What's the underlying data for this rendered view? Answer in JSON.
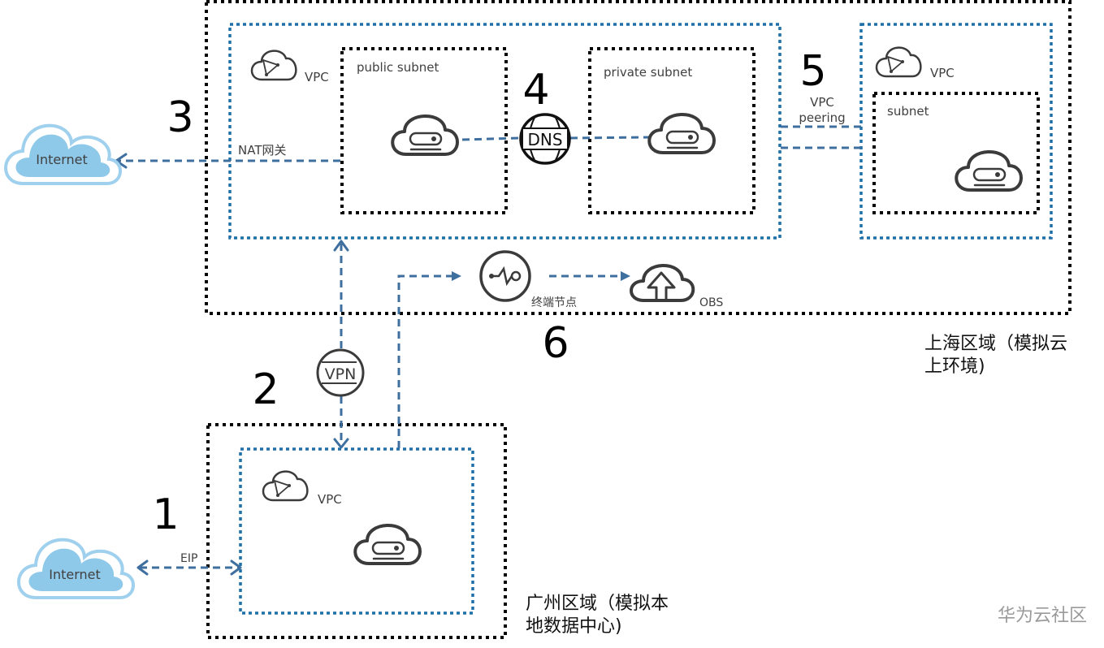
{
  "watermark": "华为云社区",
  "colors": {
    "flow_line": "#3f6f9f",
    "vpc_border": "#1f6fa8",
    "region_border": "#000000",
    "internet_cloud_fill": "#8fc9ea",
    "internet_cloud_outline": "#9fd0ee"
  },
  "regions": {
    "shanghai": {
      "label_line1": "上海区域（模拟云",
      "label_line2": "上环境)"
    },
    "guangzhou": {
      "label_line1": "广州区域（模拟本",
      "label_line2": "地数据中心)"
    }
  },
  "step_numbers": [
    "1",
    "2",
    "3",
    "4",
    "5",
    "6"
  ],
  "shanghai_vpc_main": {
    "vpc_label": "VPC",
    "public_subnet_label": "public  subnet",
    "private_subnet_label": "private  subnet",
    "dns_label": "DNS"
  },
  "shanghai_vpc_peer": {
    "vpc_label": "VPC",
    "subnet_label": "subnet",
    "peering_label_line1": "VPC",
    "peering_label_line2": "peering"
  },
  "guangzhou_vpc": {
    "vpc_label": "VPC"
  },
  "internet_top": {
    "label": "Internet",
    "link_label": "NAT网关"
  },
  "internet_bottom": {
    "label": "Internet",
    "link_label": "EIP"
  },
  "vpn": {
    "label": "VPN"
  },
  "endpoint": {
    "label": "终端节点"
  },
  "obs": {
    "label": "OBS"
  }
}
